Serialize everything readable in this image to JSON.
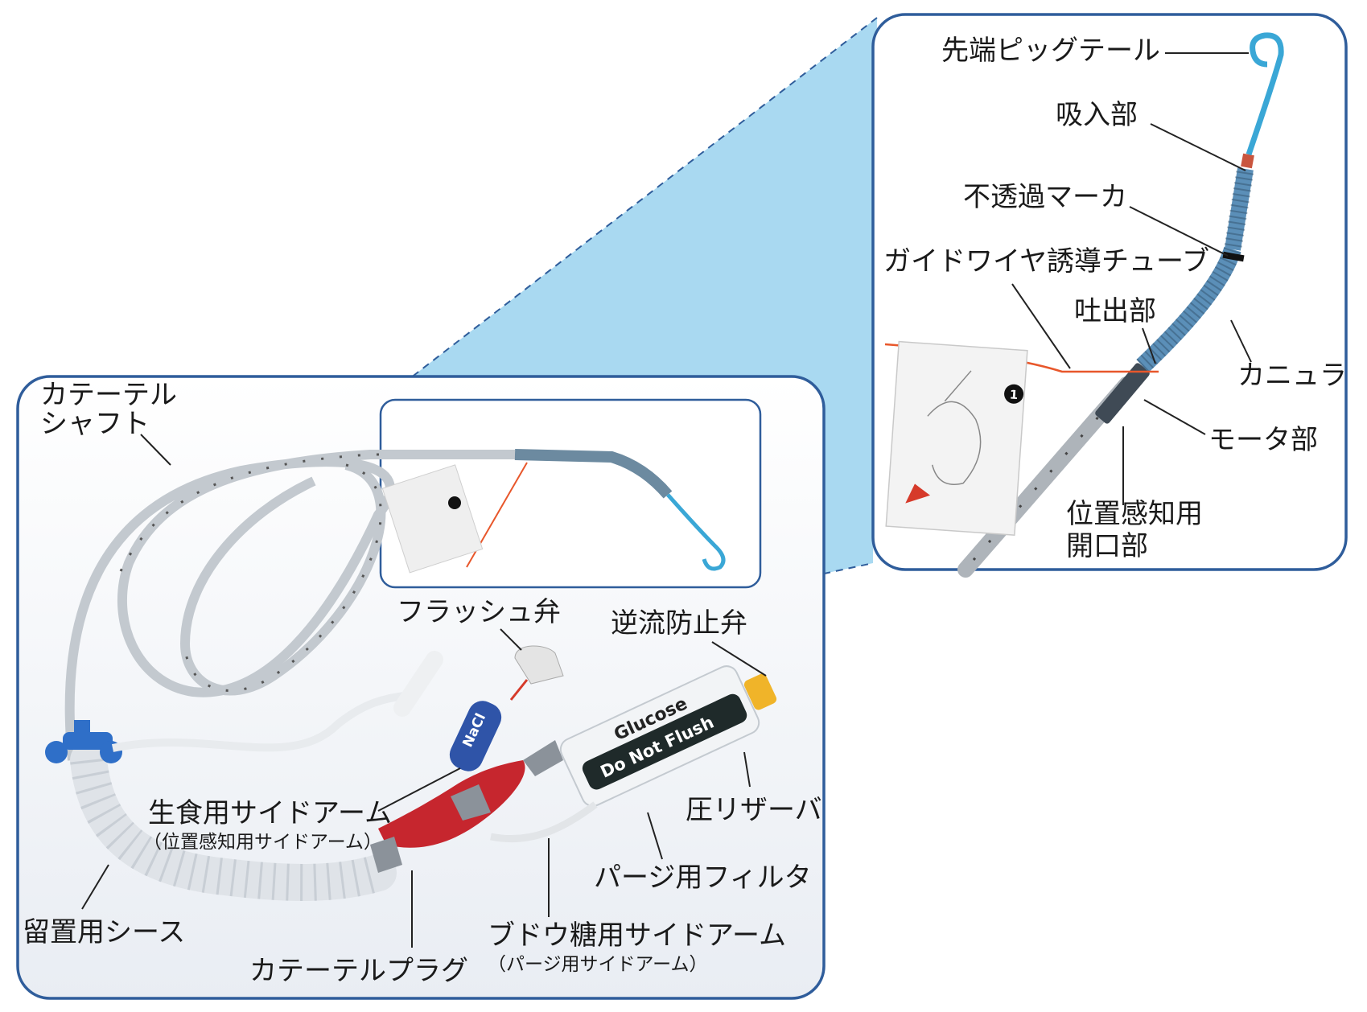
{
  "colors": {
    "frame": "#2f5d9b",
    "zoom_fill": "#a9d9f1",
    "cannula": "#5b8fb8",
    "pigtail": "#3aa7d6",
    "guidewire": "#e8572b",
    "plug": "#c6262e",
    "connector": "#2f6fc8"
  },
  "labels": {
    "pigtail_tip": "先端ピッグテール",
    "inflow": "吸入部",
    "radiopaque_marker": "不透過マーカ",
    "guidewire_tube": "ガイドワイヤ誘導チューブ",
    "outflow": "吐出部",
    "cannula": "カニュラ",
    "motor": "モータ部",
    "pressure_opening_line1": "位置感知用",
    "pressure_opening_line2": "開口部",
    "catheter_shaft_line1": "カテーテル",
    "catheter_shaft_line2": "シャフト",
    "flush_valve": "フラッシュ弁",
    "check_valve": "逆流防止弁",
    "saline_sidearm": "生食用サイドアーム",
    "saline_sidearm_sub": "（位置感知用サイドアーム）",
    "pressure_reservoir": "圧リザーバ",
    "purge_filter": "パージ用フィルタ",
    "introducer_sheath": "留置用シース",
    "catheter_plug": "カテーテルプラグ",
    "glucose_sidearm": "ブドウ糖用サイドアーム",
    "glucose_sidearm_sub": "（パージ用サイドアーム）"
  },
  "device_text": {
    "nacl": "NaCl",
    "glucose": "Glucose",
    "do_not_flush": "Do Not Flush",
    "card_number": "1"
  }
}
